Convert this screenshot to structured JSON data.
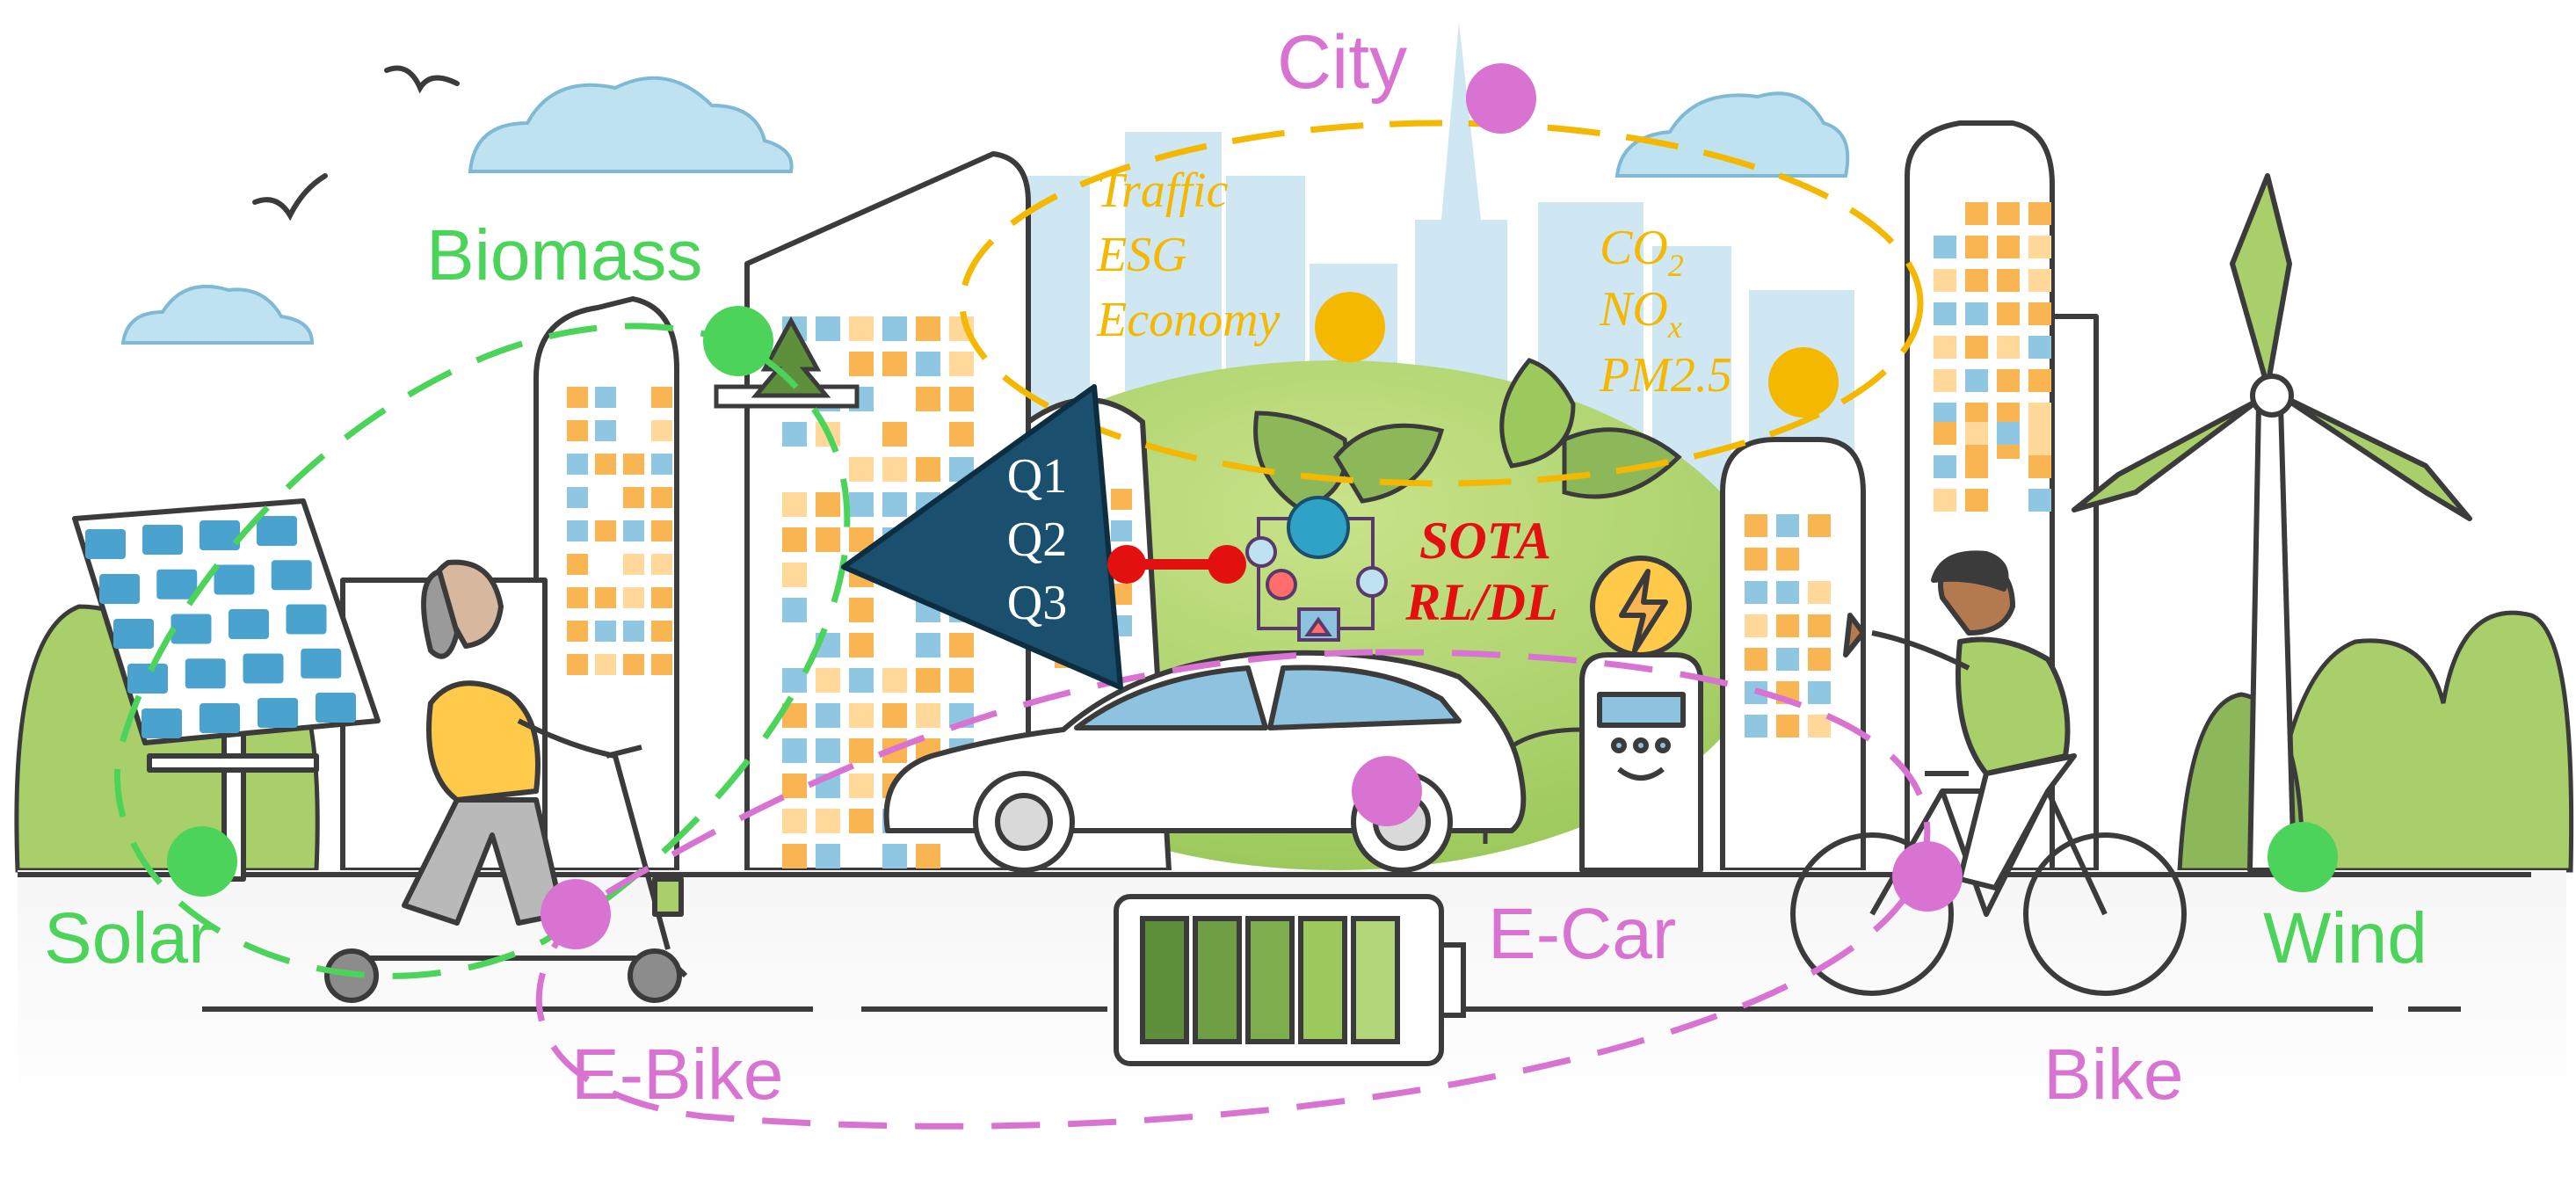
{
  "colors": {
    "energy": "#4cd35a",
    "mobility": "#d873d2",
    "city": "#f4b800",
    "model": "#e31010",
    "triangle": "#1b4f6e",
    "outline": "#3b3b3b",
    "leaf": "#8cb85a",
    "leaf_dark": "#5e8f3a",
    "sky_building": "#cfe7f3",
    "window_orange": "#f8b552",
    "window_blue": "#8fc6e2",
    "accent_yellow": "#ffc94a",
    "car_glass": "#8ec3df"
  },
  "energy_labels": {
    "biomass": "Biomass",
    "solar": "Solar",
    "wind": "Wind"
  },
  "mobility_labels": {
    "ebike": "E-Bike",
    "ecar": "E-Car",
    "bike": "Bike"
  },
  "city": {
    "title": "City",
    "left_items": [
      "Traffic",
      "ESG",
      "Economy"
    ],
    "right_items": [
      {
        "base": "CO",
        "sub": "2"
      },
      {
        "base": "NO",
        "sub": "x"
      },
      {
        "base": "PM2.5",
        "sub": ""
      }
    ]
  },
  "questions": [
    "Q1",
    "Q2",
    "Q3"
  ],
  "model": {
    "line1": "SOTA",
    "line2": "RL/DL"
  },
  "icons": [
    "solar-panel-icon",
    "wind-turbine-icon",
    "pine-tree-icon",
    "leaf-icon",
    "charging-station-icon",
    "lightning-bolt-icon",
    "battery-icon",
    "ai-brain-icon",
    "electric-car-icon",
    "scooter-icon",
    "bicycle-icon",
    "cloud-icon",
    "bird-icon"
  ]
}
